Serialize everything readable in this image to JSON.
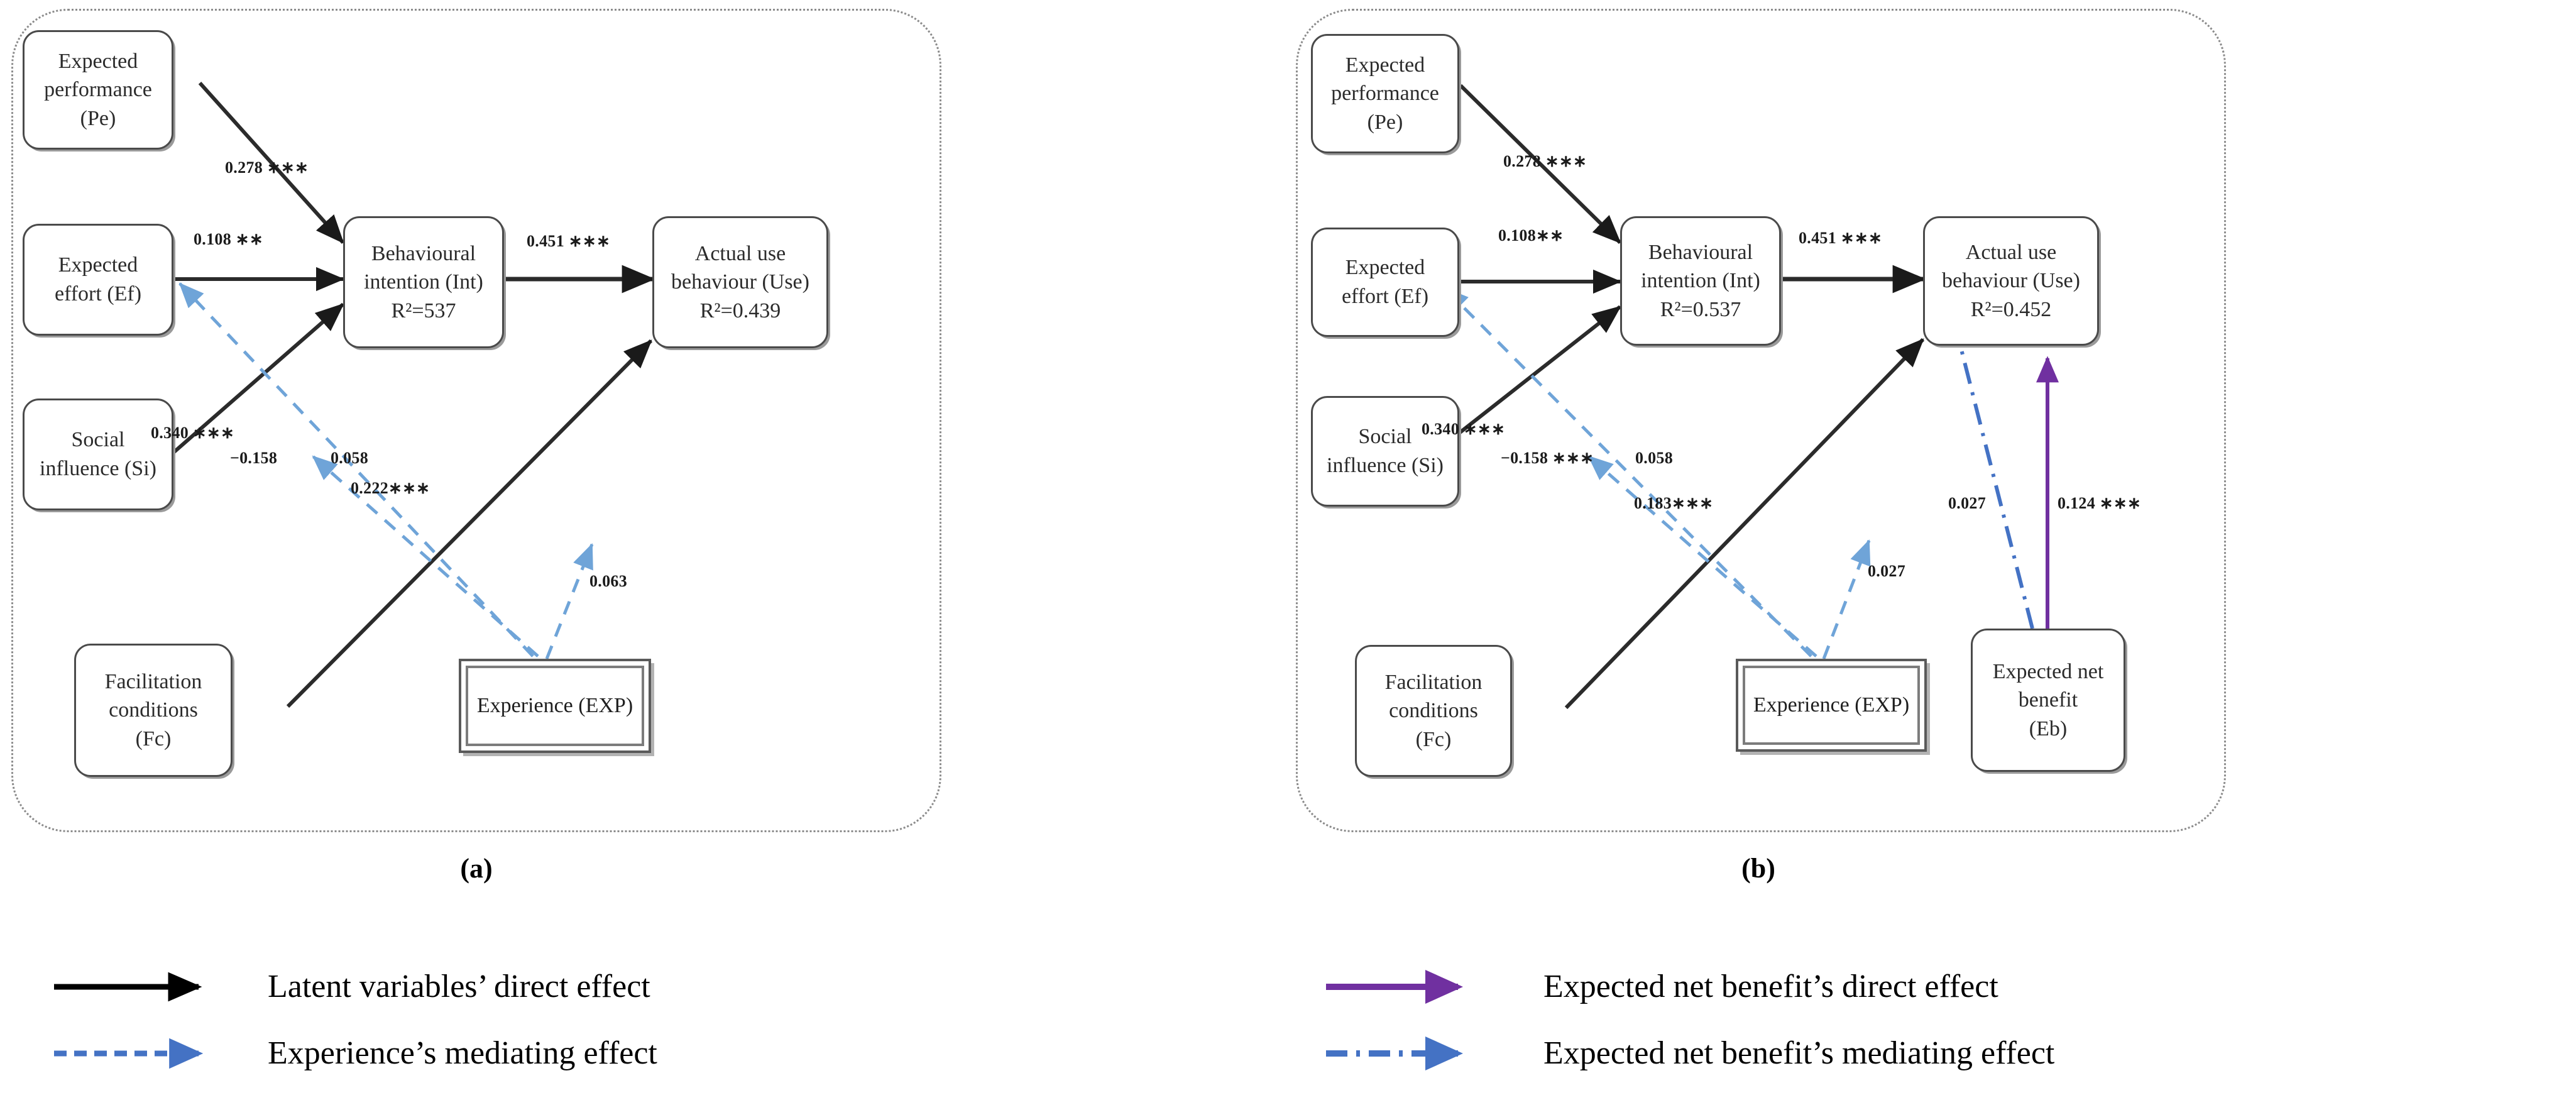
{
  "figure": {
    "colors": {
      "black": "#1a1a1a",
      "blue": "#4472c4",
      "light_blue": "#7aaede",
      "purple": "#7030a0",
      "box_border": "#4a4a4a",
      "frame": "#8b8b8b"
    }
  },
  "panel_a": {
    "caption": "(a)",
    "nodes": {
      "pe": {
        "l1": "Expected",
        "l2": "performance",
        "l3": "(Pe)"
      },
      "ef": {
        "l1": "Expected",
        "l2": "effort (Ef)",
        "l3": ""
      },
      "si": {
        "l1": "Social",
        "l2": "influence (Si)",
        "l3": ""
      },
      "fc": {
        "l1": "Facilitation",
        "l2": "conditions",
        "l3": "(Fc)"
      },
      "int": {
        "l1": "Behavioural",
        "l2": "intention (Int)",
        "l3": "R²=537"
      },
      "use": {
        "l1": "Actual use",
        "l2": "behaviour (Use)",
        "l3": "R²=0.439"
      },
      "exp": {
        "l1": "Experience (EXP)"
      }
    },
    "coefficients": [
      {
        "id": "pe-int",
        "text": "0.278 ∗∗∗",
        "kind": "direct"
      },
      {
        "id": "ef-int",
        "text": "0.108 ∗∗",
        "kind": "direct"
      },
      {
        "id": "si-int",
        "text": "0.340 ∗∗∗",
        "kind": "direct"
      },
      {
        "id": "int-use",
        "text": "0.451 ∗∗∗",
        "kind": "direct"
      },
      {
        "id": "fc-use",
        "text": "0.222∗∗∗",
        "kind": "direct"
      },
      {
        "id": "exp-ef",
        "text": "−0.158",
        "kind": "mediating"
      },
      {
        "id": "exp-si",
        "text": "0.058",
        "kind": "mediating"
      },
      {
        "id": "exp-use",
        "text": "0.063",
        "kind": "mediating"
      }
    ]
  },
  "panel_b": {
    "caption": "(b)",
    "nodes": {
      "pe": {
        "l1": "Expected",
        "l2": "performance",
        "l3": "(Pe)"
      },
      "ef": {
        "l1": "Expected",
        "l2": "effort (Ef)",
        "l3": ""
      },
      "si": {
        "l1": "Social",
        "l2": "influence (Si)",
        "l3": ""
      },
      "fc": {
        "l1": "Facilitation",
        "l2": "conditions",
        "l3": "(Fc)"
      },
      "int": {
        "l1": "Behavioural",
        "l2": "intention (Int)",
        "l3": "R²=0.537"
      },
      "use": {
        "l1": "Actual use",
        "l2": "behaviour (Use)",
        "l3": "R²=0.452"
      },
      "exp": {
        "l1": "Experience (EXP)"
      },
      "eb": {
        "l1": "Expected net",
        "l2": "benefit",
        "l3": "(Eb)"
      }
    },
    "coefficients": [
      {
        "id": "pe-int",
        "text": "0.278 ∗∗∗",
        "kind": "direct"
      },
      {
        "id": "ef-int",
        "text": "0.108∗∗",
        "kind": "direct"
      },
      {
        "id": "si-int",
        "text": "0.340 ∗∗∗",
        "kind": "direct"
      },
      {
        "id": "int-use",
        "text": "0.451 ∗∗∗",
        "kind": "direct"
      },
      {
        "id": "fc-use",
        "text": "0.183∗∗∗",
        "kind": "direct"
      },
      {
        "id": "exp-ef",
        "text": "−0.158 ∗∗∗",
        "kind": "mediating"
      },
      {
        "id": "exp-si",
        "text": "0.058",
        "kind": "mediating"
      },
      {
        "id": "exp-use",
        "text": "0.027",
        "kind": "mediating"
      },
      {
        "id": "eb-int",
        "text": "0.027",
        "kind": "eb-mediating"
      },
      {
        "id": "eb-use",
        "text": "0.124 ∗∗∗",
        "kind": "eb-direct"
      }
    ]
  },
  "legend": {
    "left": [
      {
        "id": "latent-direct",
        "label": "Latent variables’ direct effect",
        "style": "solid-black"
      },
      {
        "id": "experience-mediate",
        "label": "Experience’s mediating effect",
        "style": "dashed-blue"
      }
    ],
    "right": [
      {
        "id": "eb-direct",
        "label": "Expected net benefit’s direct effect",
        "style": "solid-purple"
      },
      {
        "id": "eb-mediate",
        "label": "Expected net benefit’s mediating effect",
        "style": "dashdot-blue"
      }
    ]
  }
}
